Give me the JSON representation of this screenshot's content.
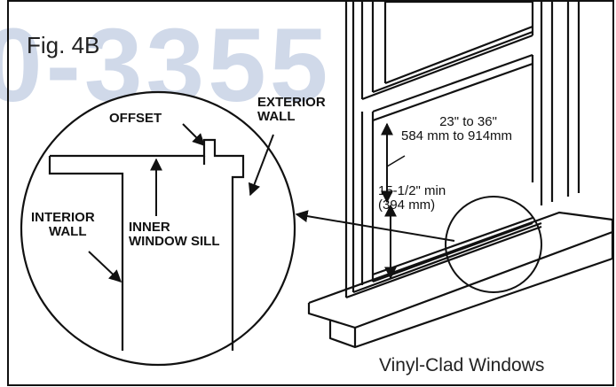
{
  "figure": {
    "label": "Fig. 4B",
    "watermark": "0-3355",
    "caption": "Vinyl-Clad Windows"
  },
  "detail_callout": {
    "offset": "OFFSET",
    "exterior_wall": [
      "EXTERIOR",
      "WALL"
    ],
    "interior_wall": [
      "INTERIOR",
      "WALL"
    ],
    "inner_window_sill": [
      "INNER",
      "WINDOW SILL"
    ]
  },
  "dimensions": {
    "sill_height_imperial": "23\" to 36\"",
    "sill_height_metric": "584 mm to 914mm",
    "min_height_imperial": "15-1/2\" min",
    "min_height_metric": "(394 mm)"
  }
}
